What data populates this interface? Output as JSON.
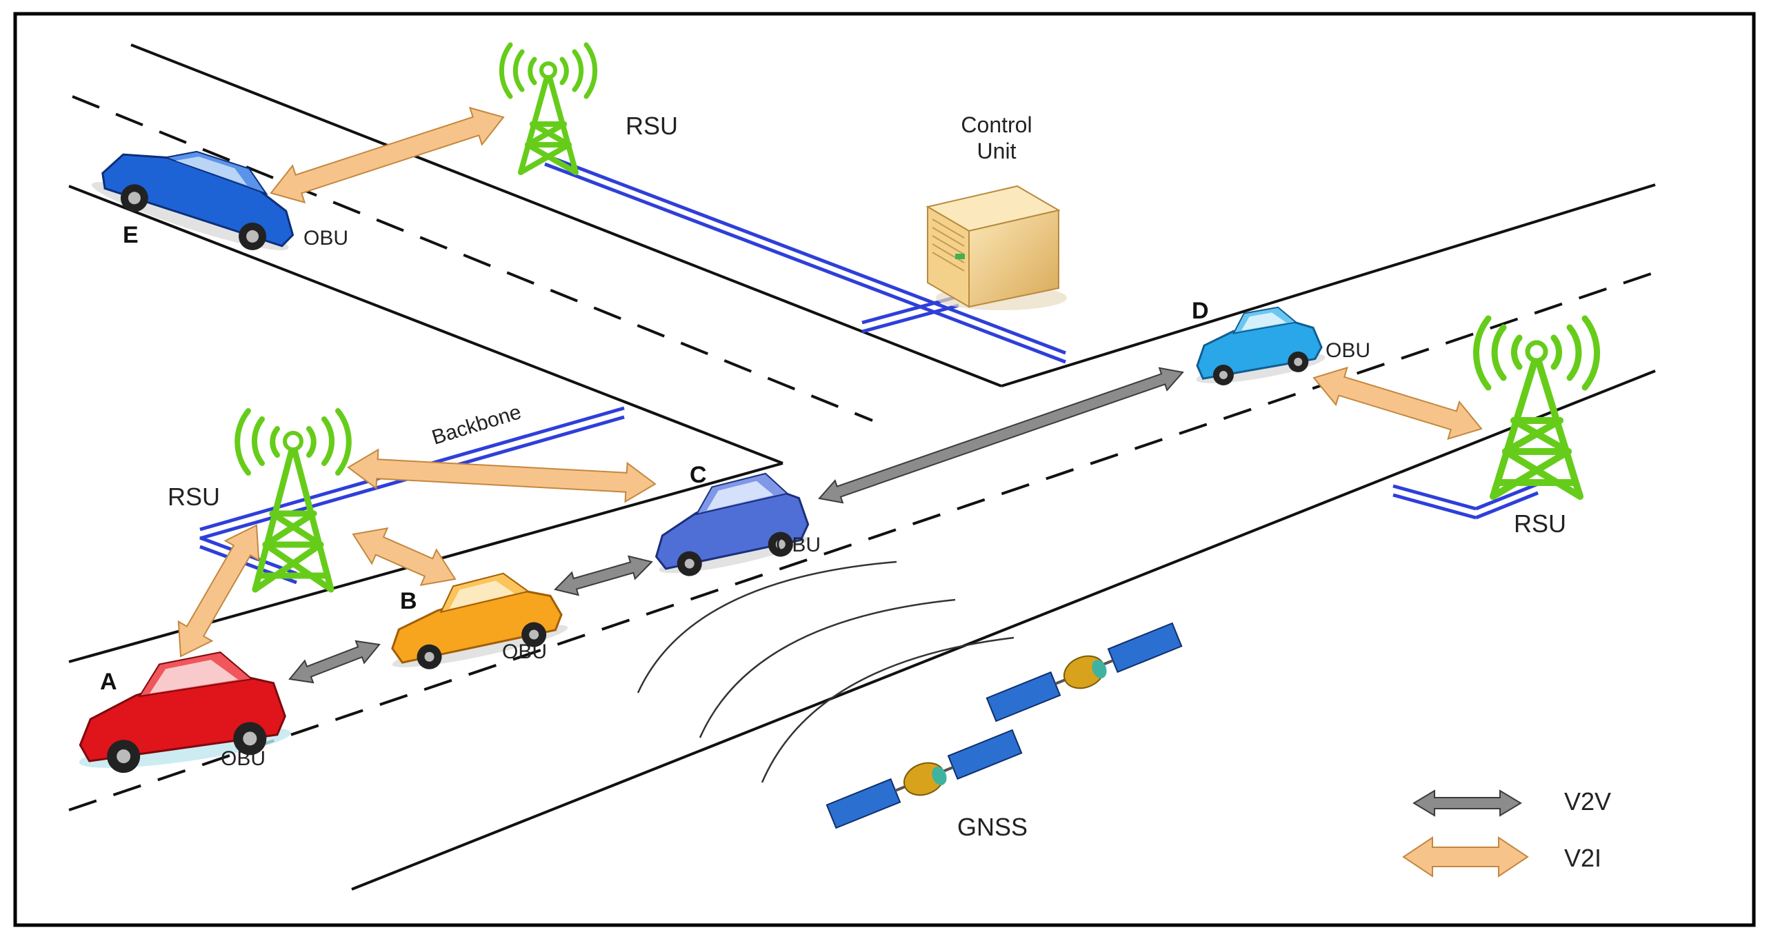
{
  "labels": {
    "rsu_top": "RSU",
    "rsu_left": "RSU",
    "rsu_right": "RSU",
    "control_unit_line1": "Control",
    "control_unit_line2": "Unit",
    "backbone": "Backbone",
    "gnss": "GNSS",
    "car_a": "A",
    "car_b": "B",
    "car_c": "C",
    "car_d": "D",
    "car_e": "E",
    "obu_a": "OBU",
    "obu_b": "OBU",
    "obu_c": "OBU",
    "obu_d": "OBU",
    "obu_e": "OBU"
  },
  "legend": {
    "v2v": "V2V",
    "v2i": "V2I"
  },
  "colors": {
    "v2v_arrow": "#8c8c8c",
    "v2i_arrow": "#f6c48b",
    "backbone": "#2e3fd9",
    "antenna": "#66cc1a",
    "road_line": "#111111",
    "car_a": "#e0141b",
    "car_b": "#f7a41e",
    "car_c": "#4f6ed6",
    "car_d": "#2aa7e8",
    "car_e": "#1d63d6",
    "control_unit": "#f4d18b",
    "satellite_panel": "#2b6fd1",
    "satellite_body": "#d9a21c"
  }
}
